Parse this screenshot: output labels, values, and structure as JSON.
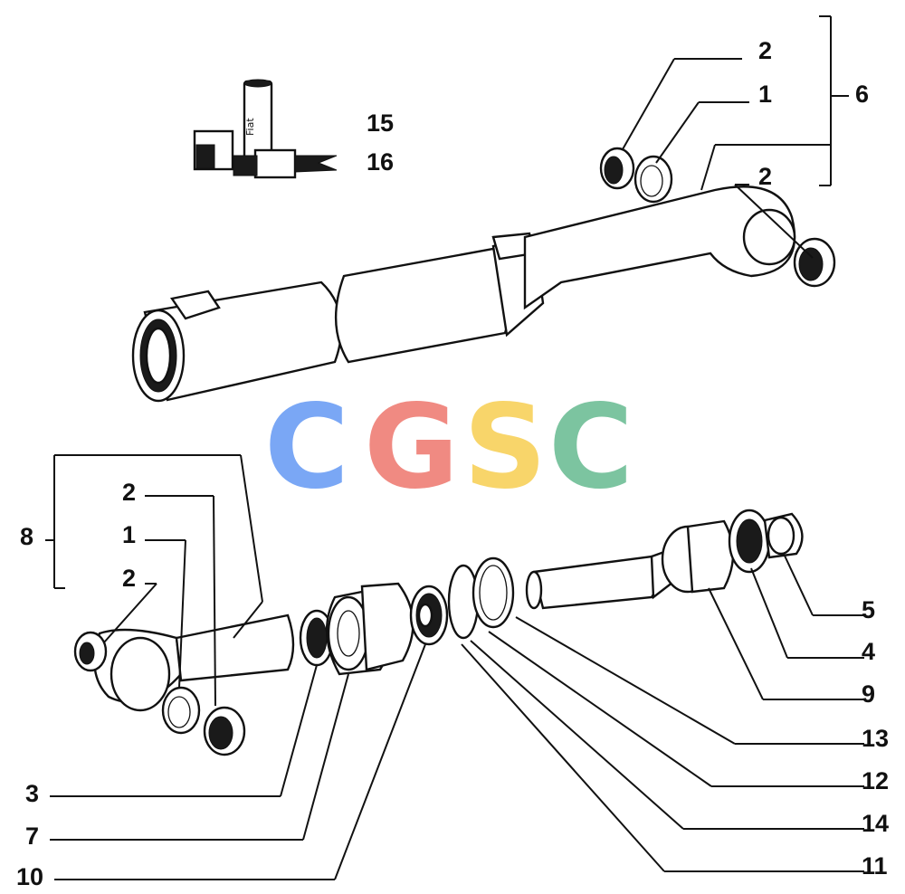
{
  "labels": {
    "l15": "15",
    "l16": "16",
    "l2_top_a": "2",
    "l1_top": "1",
    "l6": "6",
    "l2_top_b": "2",
    "l2_left_a": "2",
    "l1_left": "1",
    "l8": "8",
    "l2_left_b": "2",
    "l5": "5",
    "l4": "4",
    "l9": "9",
    "l13": "13",
    "l12": "12",
    "l14": "14",
    "l11": "11",
    "l3": "3",
    "l7": "7",
    "l10": "10"
  },
  "watermark": {
    "letters": [
      "C",
      "G",
      "S",
      "C"
    ],
    "colors": [
      "#7aa7f5",
      "#f08a82",
      "#f8d56a",
      "#7cc4a0"
    ]
  },
  "tube_print": {
    "text": "Fiat"
  }
}
